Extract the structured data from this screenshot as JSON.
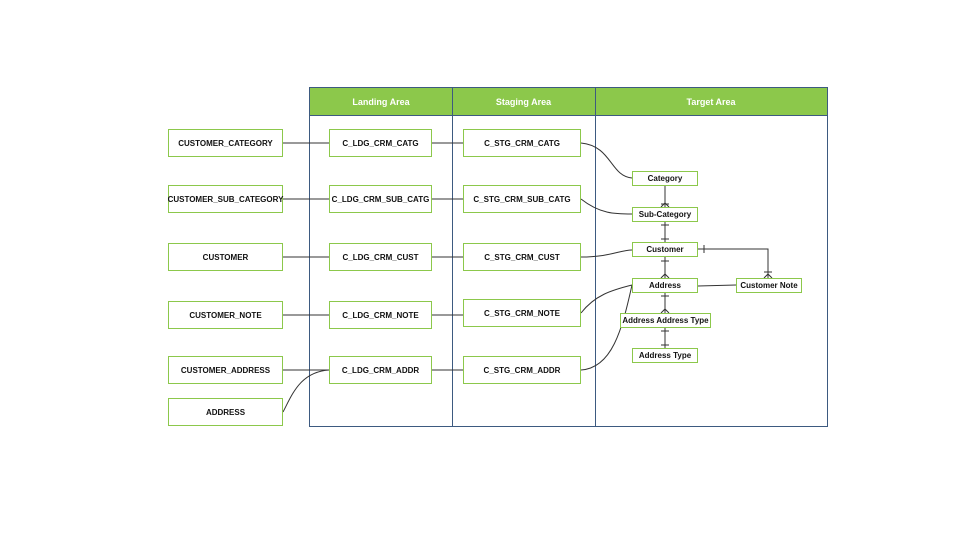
{
  "lanes": {
    "landing": "Landing Area",
    "staging": "Staging Area",
    "target": "Target Area"
  },
  "sources": [
    "CUSTOMER_CATEGORY",
    "CUSTOMER_SUB_CATEGORY",
    "CUSTOMER",
    "CUSTOMER_NOTE",
    "CUSTOMER_ADDRESS",
    "ADDRESS"
  ],
  "landing": [
    "C_LDG_CRM_CATG",
    "C_LDG_CRM_SUB_CATG",
    "C_LDG_CRM_CUST",
    "C_LDG_CRM_NOTE",
    "C_LDG_CRM_ADDR"
  ],
  "staging": [
    "C_STG_CRM_CATG",
    "C_STG_CRM_SUB_CATG",
    "C_STG_CRM_CUST",
    "C_STG_CRM_NOTE",
    "C_STG_CRM_ADDR"
  ],
  "target": {
    "category": "Category",
    "sub_category": "Sub-Category",
    "customer": "Customer",
    "address": "Address",
    "customer_note": "Customer Note",
    "address_address_type": "Address Address Type",
    "address_type": "Address Type"
  },
  "colors": {
    "lane_header": "#8cc84b",
    "lane_border": "#3d5a80",
    "box_border": "#8cc84b",
    "connector": "#333333"
  }
}
